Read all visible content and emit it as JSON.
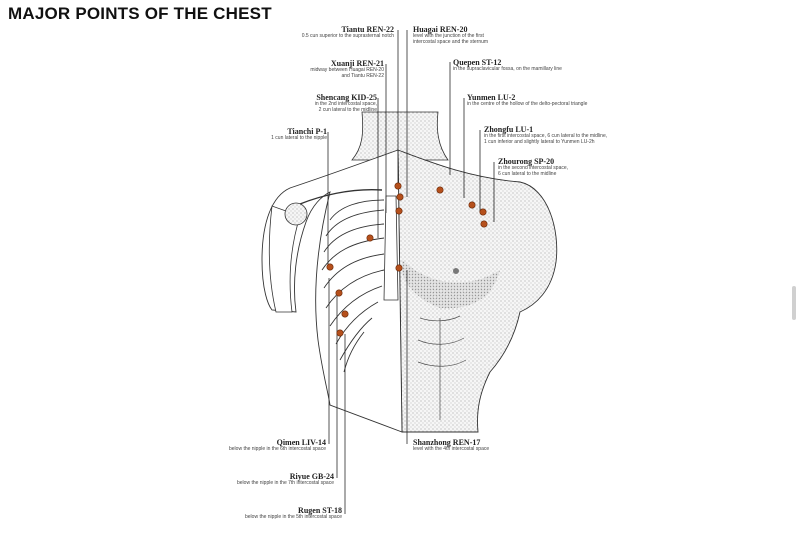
{
  "title": "MAJOR POINTS OF THE CHEST",
  "colors": {
    "point": "#b5501c",
    "line": "#2a2a2a",
    "figure_fill": "#f4f4f4"
  },
  "points": [
    {
      "id": "tiantu",
      "name": "Tiantu REN-22",
      "desc": "0.5 cun superior to the suprasternal notch"
    },
    {
      "id": "huagai",
      "name": "Huagai REN-20",
      "desc": "level with the junction of the first\nintercostal space and the sternum"
    },
    {
      "id": "xuanji",
      "name": "Xuanji REN-21",
      "desc": "midway between Huagai REN-20\nand Tiantu REN-22"
    },
    {
      "id": "quepen",
      "name": "Quepen ST-12",
      "desc": "in the supraclavicular fossa, on the mamillary line"
    },
    {
      "id": "shencang",
      "name": "Shencang KID-25",
      "desc": "in the 2nd intercostal space,\n2 cun lateral to the midline"
    },
    {
      "id": "yunmen",
      "name": "Yunmen LU-2",
      "desc": "in the centre of the hollow of the delto-pectoral triangle"
    },
    {
      "id": "tianchi",
      "name": "Tianchi P-1",
      "desc": "1 cun lateral to the nipple"
    },
    {
      "id": "zhongfu",
      "name": "Zhongfu LU-1",
      "desc": "in the first intercostal space, 6 cun lateral to the midline,\n1 cun inferior and slightly lateral to Yunmen LU-2h"
    },
    {
      "id": "zhourong",
      "name": "Zhourong SP-20",
      "desc": "in the second intercostal space,\n6 cun lateral to the midline"
    },
    {
      "id": "qimen",
      "name": "Qimen LIV-14",
      "desc": "below the nipple in the 6th intercostal space"
    },
    {
      "id": "shanzhong",
      "name": "Shanzhong REN-17",
      "desc": "level with the 4th intercostal space"
    },
    {
      "id": "riyue",
      "name": "Riyue GB-24",
      "desc": "below the nipple in the 7th intercostal space"
    },
    {
      "id": "rugen",
      "name": "Rugen ST-18",
      "desc": "below the nipple in the 5th intercostal space"
    }
  ]
}
